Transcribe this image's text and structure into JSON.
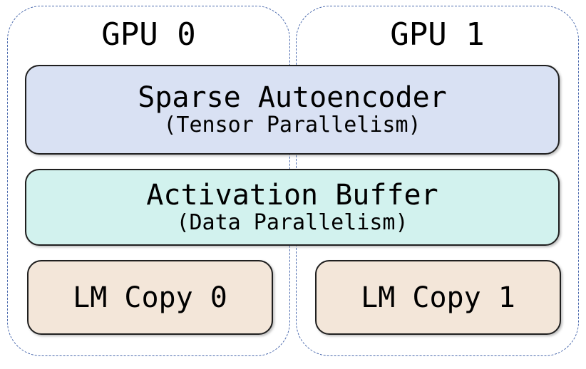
{
  "diagram": {
    "gpus": [
      {
        "label": "GPU 0"
      },
      {
        "label": "GPU 1"
      }
    ],
    "shared_blocks": {
      "sae": {
        "title": "Sparse Autoencoder",
        "subtitle": "(Tensor Parallelism)",
        "fill": "#d9e1f3"
      },
      "buffer": {
        "title": "Activation Buffer",
        "subtitle": "(Data Parallelism)",
        "fill": "#d2f2ee"
      }
    },
    "lm_blocks": [
      {
        "label": "LM Copy 0",
        "fill": "#f3e6d9"
      },
      {
        "label": "LM Copy 1",
        "fill": "#f3e6d9"
      }
    ],
    "colors": {
      "gpu_dashed_border": "#4a69ad",
      "block_border": "#1f1f1f",
      "text": "#000000",
      "background": "#ffffff"
    }
  }
}
